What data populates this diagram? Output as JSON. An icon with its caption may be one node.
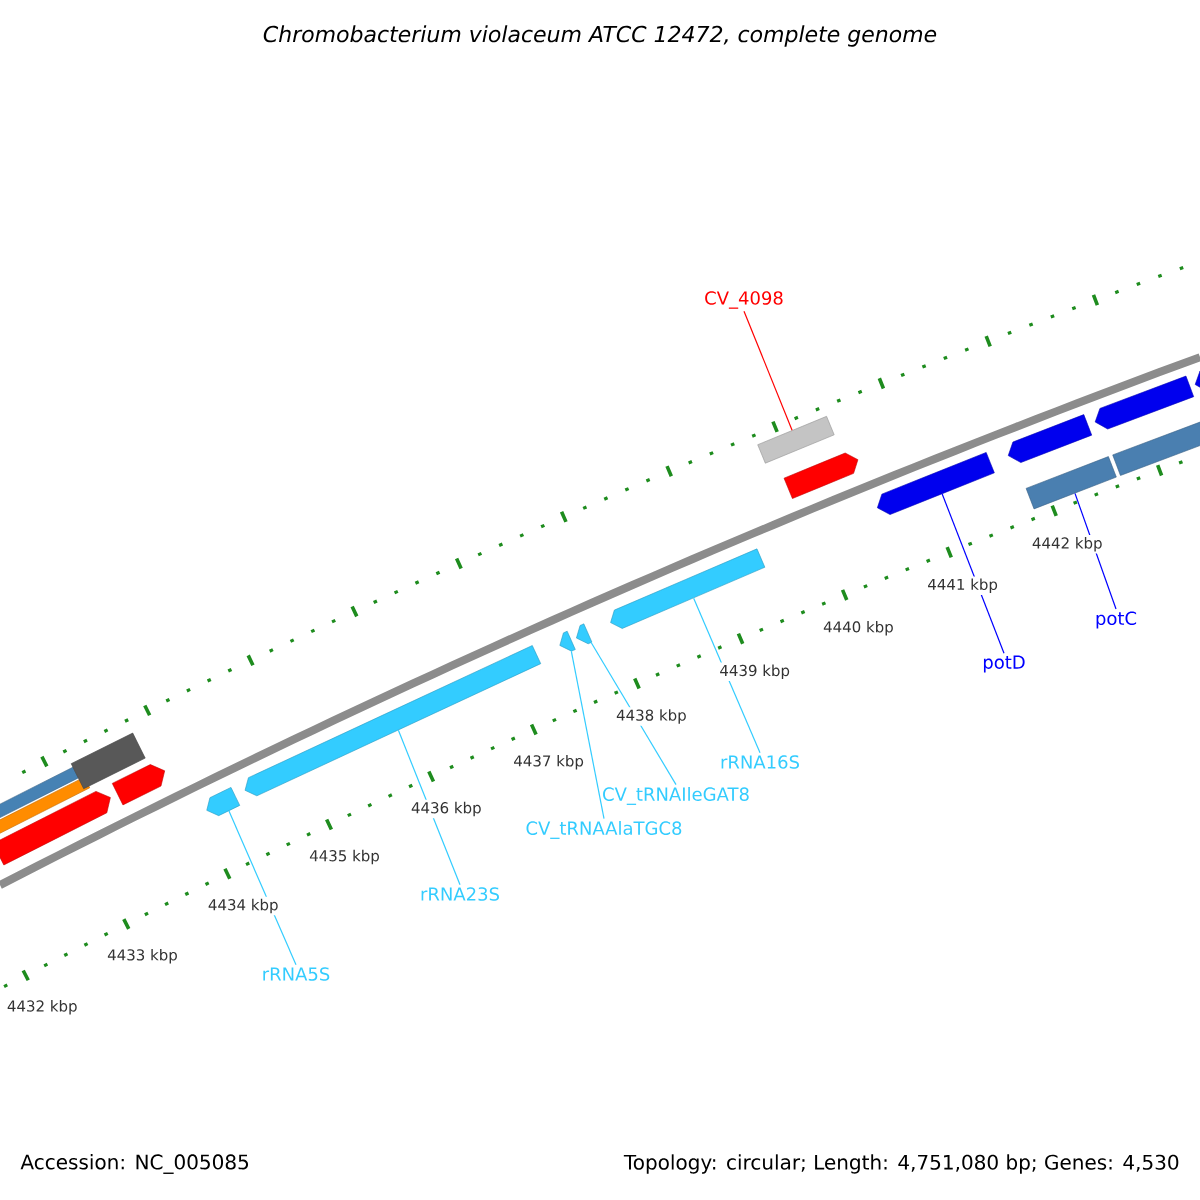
{
  "diagram": {
    "title": "Chromobacterium violaceum ATCC 12472, complete genome",
    "nodes": [
      {
        "text": [
          "CV_4098"
        ]
      },
      {
        "text": [],
        "shape": "box"
      },
      {
        "text": [],
        "shape": "arrow"
      },
      {
        "text": [],
        "shape": "box"
      },
      {
        "text": [],
        "shape": "arrow"
      },
      {
        "text": [],
        "shape": "arrow"
      },
      {
        "text": [],
        "shape": "arrow"
      },
      {
        "text": [],
        "shape": "arrow"
      },
      {
        "text": [],
        "shape": "arrow"
      },
      {
        "text": [
          "potD"
        ]
      },
      {
        "text": [
          "potC"
        ]
      },
      {
        "text": [
          "rRNA16S"
        ]
      },
      {
        "text": [
          "CV_tRNAIleGAT8"
        ]
      },
      {
        "text": [
          "CV_tRNAAlaTGC8"
        ]
      },
      {
        "text": [
          "rRNA23S"
        ]
      },
      {
        "text": [
          "rRNA5S"
        ]
      },
      {
        "text": [],
        "shape": "box"
      },
      {
        "text": [],
        "shape": "box"
      },
      {
        "text": [],
        "shape": "box"
      },
      {
        "text": [],
        "shape": "arrow"
      },
      {
        "text": [],
        "shape": "arrow"
      },
      {
        "text": [],
        "shape": "arrow"
      },
      {
        "text": [],
        "shape": "arrow"
      },
      {
        "text": [],
        "shape": "arrow"
      },
      {
        "text": [],
        "shape": "arrow"
      },
      {
        "text": [],
        "shape": "box"
      }
    ],
    "edges": [
      {
        "from": 0,
        "to": 1,
        "arrow": "none",
        "color": "#ff0000"
      },
      {
        "from": 9,
        "to": 2,
        "arrow": "none",
        "color": "#0000ff"
      },
      {
        "from": 10,
        "to": 3,
        "arrow": "none",
        "color": "#0000ff"
      },
      {
        "from": 11,
        "to": 4,
        "arrow": "none"
      },
      {
        "from": 12,
        "to": 6,
        "arrow": "none"
      },
      {
        "from": 13,
        "to": 5,
        "arrow": "none"
      },
      {
        "from": 14,
        "to": 7,
        "arrow": "none"
      },
      {
        "from": 15,
        "to": 8,
        "arrow": "none"
      }
    ],
    "labels": [
      "4432 kbp",
      "4433 kbp",
      "4434 kbp",
      "4435 kbp",
      "4436 kbp",
      "4437 kbp",
      "4438 kbp",
      "4439 kbp",
      "4440 kbp",
      "4441 kbp",
      "4442 kbp",
      "Accession: NC_005085",
      "Topology: circular; Length: 4,751,080 bp; Genes: 4,530"
    ]
  }
}
